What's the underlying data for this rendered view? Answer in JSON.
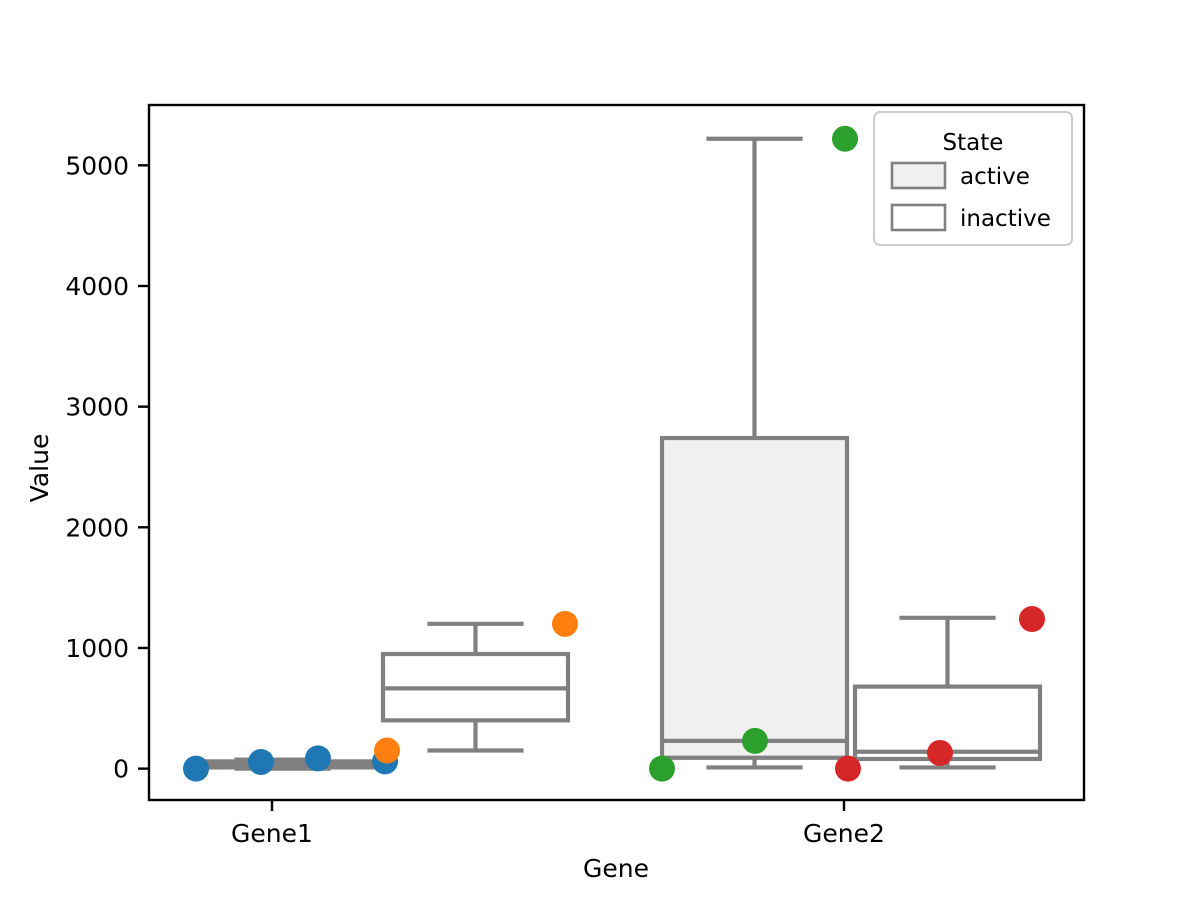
{
  "chart_data": {
    "type": "box",
    "title": "",
    "xlabel": "Gene",
    "ylabel": "Value",
    "categories": [
      "Gene1",
      "Gene2"
    ],
    "ylim": [
      -260,
      5500
    ],
    "yticks": [
      0,
      1000,
      2000,
      3000,
      4000,
      5000
    ],
    "ytick_labels": [
      "0",
      "1000",
      "2000",
      "3000",
      "4000",
      "5000"
    ],
    "grid": false,
    "legend": {
      "title": "State",
      "position": "upper right",
      "entries": [
        {
          "label": "active",
          "fill": "#f0f0f0",
          "edge": "#808080"
        },
        {
          "label": "inactive",
          "fill": "#ffffff",
          "edge": "#808080"
        }
      ]
    },
    "hue_order": [
      "active",
      "inactive"
    ],
    "boxes": [
      {
        "category": "Gene1",
        "state": "active",
        "fill": "#f0f0f0",
        "q1": 10,
        "median": 30,
        "q3": 60,
        "whisker_low": 0,
        "whisker_high": 75
      },
      {
        "category": "Gene1",
        "state": "inactive",
        "fill": "#ffffff",
        "q1": 400,
        "median": 665,
        "q3": 950,
        "whisker_low": 150,
        "whisker_high": 1200
      },
      {
        "category": "Gene2",
        "state": "active",
        "fill": "#f0f0f0",
        "q1": 90,
        "median": 230,
        "q3": 2740,
        "whisker_low": 10,
        "whisker_high": 5220
      },
      {
        "category": "Gene2",
        "state": "inactive",
        "fill": "#ffffff",
        "q1": 80,
        "median": 140,
        "q3": 680,
        "whisker_low": 10,
        "whisker_high": 1250
      }
    ],
    "scatter_series": [
      {
        "name": "Gene1-active",
        "color": "#1f77b4",
        "points": [
          {
            "x": 196,
            "value": 0
          },
          {
            "x": 261,
            "value": 55
          },
          {
            "x": 318,
            "value": 85
          },
          {
            "x": 385,
            "value": 60
          }
        ]
      },
      {
        "name": "Gene1-inactive",
        "color": "#ff7f0e",
        "points": [
          {
            "x": 387,
            "value": 150
          },
          {
            "x": 565,
            "value": 1200
          }
        ]
      },
      {
        "name": "Gene2-active",
        "color": "#2ca02c",
        "points": [
          {
            "x": 662,
            "value": 0
          },
          {
            "x": 755,
            "value": 230
          },
          {
            "x": 845,
            "value": 5220
          }
        ]
      },
      {
        "name": "Gene2-inactive",
        "color": "#d62728",
        "points": [
          {
            "x": 848,
            "value": 0
          },
          {
            "x": 940,
            "value": 130
          },
          {
            "x": 1032,
            "value": 1240
          }
        ]
      }
    ],
    "colors": {
      "box_edge": "#808080",
      "active_fill": "#f0f0f0",
      "inactive_fill": "#ffffff",
      "axis": "#000000",
      "series_blue": "#1f77b4",
      "series_orange": "#ff7f0e",
      "series_green": "#2ca02c",
      "series_red": "#d62728"
    }
  }
}
